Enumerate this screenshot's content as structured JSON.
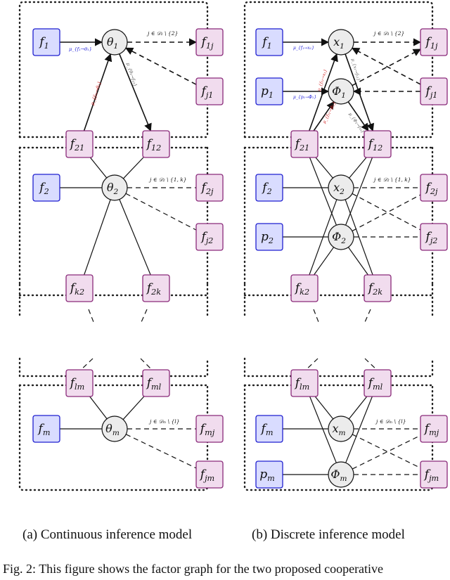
{
  "panel_a": {
    "caption": "(a) Continuous inference model",
    "blue_factors": [
      {
        "id": "f1",
        "base": "f",
        "sub": "1"
      },
      {
        "id": "f2",
        "base": "f",
        "sub": "2"
      },
      {
        "id": "fm",
        "base": "f",
        "sub": "m"
      }
    ],
    "var_nodes": [
      {
        "id": "theta1",
        "base": "θ",
        "sub": "1"
      },
      {
        "id": "theta2",
        "base": "θ",
        "sub": "2"
      },
      {
        "id": "thetam",
        "base": "θ",
        "sub": "m"
      }
    ],
    "pink_factors": [
      {
        "id": "f1j",
        "base": "f",
        "sub": "1j"
      },
      {
        "id": "fj1",
        "base": "f",
        "sub": "j1"
      },
      {
        "id": "f21",
        "base": "f",
        "sub": "21"
      },
      {
        "id": "f12",
        "base": "f",
        "sub": "12"
      },
      {
        "id": "f2j",
        "base": "f",
        "sub": "2j"
      },
      {
        "id": "fj2",
        "base": "f",
        "sub": "j2"
      },
      {
        "id": "fk2",
        "base": "f",
        "sub": "k2"
      },
      {
        "id": "f2k",
        "base": "f",
        "sub": "2k"
      },
      {
        "id": "flm",
        "base": "f",
        "sub": "lm"
      },
      {
        "id": "fml",
        "base": "f",
        "sub": "ml"
      },
      {
        "id": "fmj",
        "base": "f",
        "sub": "mj"
      },
      {
        "id": "fjm",
        "base": "f",
        "sub": "jm"
      }
    ],
    "set_labels": {
      "row1": "j ∈ 𝒟₁ \\ {2}",
      "row2": "j ∈ 𝒟₂ \\ {1, k}",
      "rowm": "j ∈ 𝒟ₘ \\ {l}"
    },
    "messages": {
      "blue": "μ_{f₁→θ₁}",
      "red": "μ_{f₂₁→θ₁}",
      "gray": "μ_{θ₁→f₁₂}"
    }
  },
  "panel_b": {
    "caption": "(b) Discrete inference model",
    "blue_factors": [
      {
        "id": "f1",
        "base": "f",
        "sub": "1"
      },
      {
        "id": "p1",
        "base": "p",
        "sub": "1"
      },
      {
        "id": "f2",
        "base": "f",
        "sub": "2"
      },
      {
        "id": "p2",
        "base": "p",
        "sub": "2"
      },
      {
        "id": "fm",
        "base": "f",
        "sub": "m"
      },
      {
        "id": "pm",
        "base": "p",
        "sub": "m"
      }
    ],
    "var_nodes": [
      {
        "id": "x1",
        "base": "x",
        "sub": "1"
      },
      {
        "id": "Phi1",
        "base": "Φ",
        "sub": "1"
      },
      {
        "id": "x2",
        "base": "x",
        "sub": "2"
      },
      {
        "id": "Phi2",
        "base": "Φ",
        "sub": "2"
      },
      {
        "id": "xm",
        "base": "x",
        "sub": "m"
      },
      {
        "id": "Phim",
        "base": "Φ",
        "sub": "m"
      }
    ],
    "pink_factors": [
      {
        "id": "f1j",
        "base": "f",
        "sub": "1j"
      },
      {
        "id": "fj1",
        "base": "f",
        "sub": "j1"
      },
      {
        "id": "f21",
        "base": "f",
        "sub": "21"
      },
      {
        "id": "f12",
        "base": "f",
        "sub": "12"
      },
      {
        "id": "f2j",
        "base": "f",
        "sub": "2j"
      },
      {
        "id": "fj2",
        "base": "f",
        "sub": "j2"
      },
      {
        "id": "fk2",
        "base": "f",
        "sub": "k2"
      },
      {
        "id": "f2k",
        "base": "f",
        "sub": "2k"
      },
      {
        "id": "flm",
        "base": "f",
        "sub": "lm"
      },
      {
        "id": "fml",
        "base": "f",
        "sub": "ml"
      },
      {
        "id": "fmj",
        "base": "f",
        "sub": "mj"
      },
      {
        "id": "fjm",
        "base": "f",
        "sub": "jm"
      }
    ],
    "set_labels": {
      "row1": "j ∈ 𝒟₁ \\ {2}",
      "row2": "j ∈ 𝒟₂ \\ {1, k}",
      "rowm": "j ∈ 𝒟ₘ \\ {l}"
    },
    "messages": {
      "blue_x": "μ_{f₁→x₁}",
      "blue_p": "μ_{p₁→Φ₁}",
      "red_x": "μ_{f₂₁→x₁}",
      "red_phi": "μ_{f₂₁→Φ₁}",
      "gray_x": "μ_{x₁→f₁₂}",
      "gray_phi": "μ_{Φ₁→f₁₂}"
    }
  },
  "figure_caption": "Fig. 2: This figure shows the factor graph for the two proposed cooperative"
}
